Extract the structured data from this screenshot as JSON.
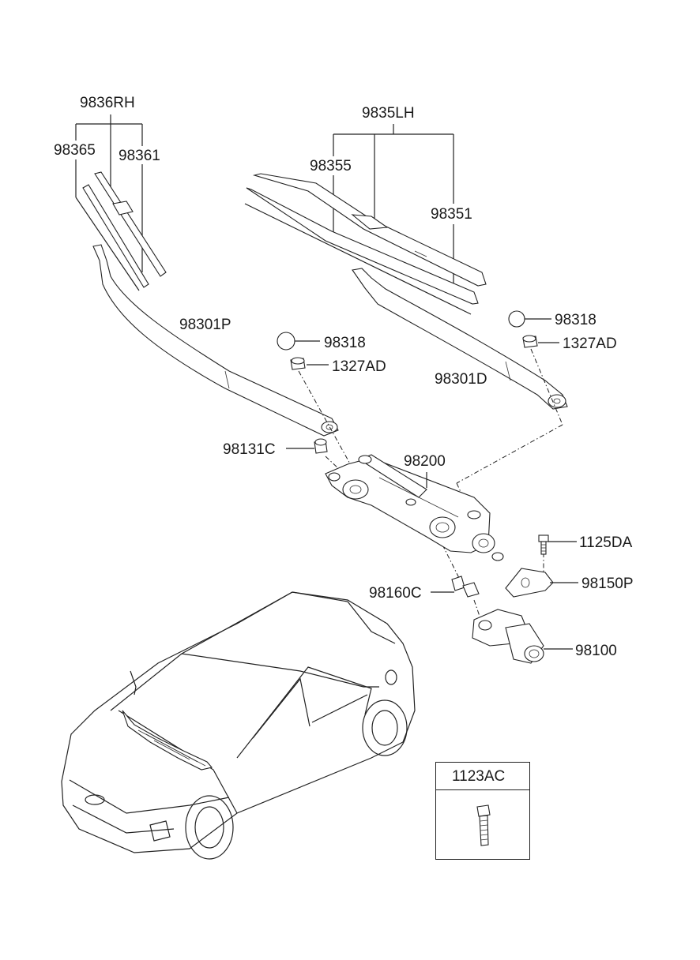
{
  "labels": {
    "rh_blade_assy": "9836RH",
    "rh_blade": "98365",
    "rh_refill": "98361",
    "lh_blade_assy": "9835LH",
    "lh_blade": "98355",
    "lh_refill": "98351",
    "cap_right": "98318",
    "nut_right": "1327AD",
    "arm_lh": "98301D",
    "arm_rh": "98301P",
    "cap_left": "98318",
    "nut_left": "1327AD",
    "pivot_cap": "98131C",
    "linkage": "98200",
    "bolt": "1125DA",
    "bracket": "98150P",
    "grommet": "98160C",
    "motor": "98100",
    "boxed_bolt": "1123AC"
  }
}
